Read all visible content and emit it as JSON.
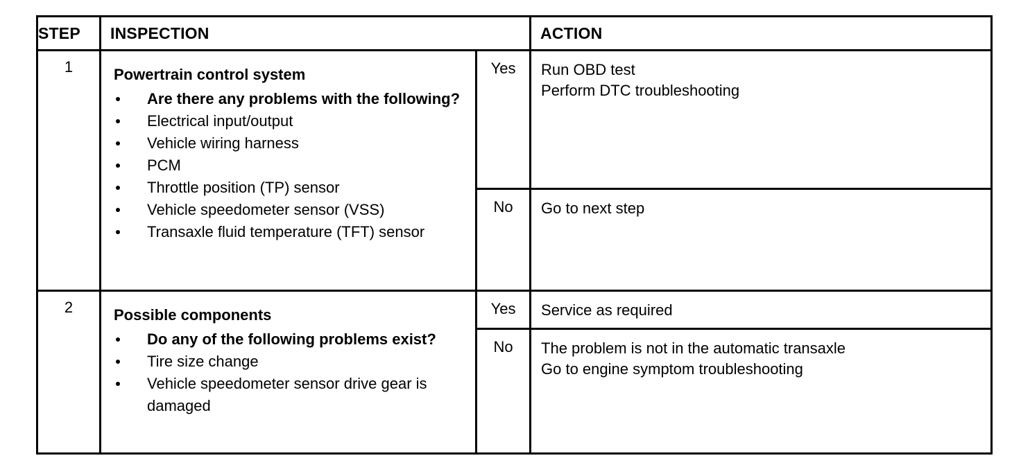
{
  "document": {
    "type": "diagnostic-troubleshooting-table",
    "background_color": "#ffffff",
    "text_color": "#000000"
  },
  "table": {
    "headers": {
      "step": "STEP",
      "inspection": "INSPECTION",
      "action": "ACTION"
    },
    "rows": [
      {
        "step": "1",
        "inspection": {
          "title": "Powertrain control system",
          "items": [
            {
              "text": "Are there any problems with the following?",
              "bold": true
            },
            {
              "text": "Electrical input/output",
              "bold": false
            },
            {
              "text": "Vehicle wiring harness",
              "bold": false
            },
            {
              "text": "PCM",
              "bold": false
            },
            {
              "text": "Throttle position (TP) sensor",
              "bold": false
            },
            {
              "text": "Vehicle speedometer sensor (VSS)",
              "bold": false
            },
            {
              "text": "Transaxle fluid temperature (TFT) sensor",
              "bold": false
            }
          ]
        },
        "outcomes": [
          {
            "answer": "Yes",
            "actions": [
              "Run OBD test",
              "Perform DTC troubleshooting"
            ]
          },
          {
            "answer": "No",
            "actions": [
              "Go to next step"
            ]
          }
        ]
      },
      {
        "step": "2",
        "inspection": {
          "title": "Possible components",
          "items": [
            {
              "text": "Do any of the following problems exist?",
              "bold": true
            },
            {
              "text": "Tire size change",
              "bold": false
            },
            {
              "text": "Vehicle speedometer sensor drive gear is damaged",
              "bold": false
            }
          ]
        },
        "outcomes": [
          {
            "answer": "Yes",
            "actions": [
              "Service as required"
            ]
          },
          {
            "answer": "No",
            "actions": [
              "The problem is not in the automatic transaxle",
              "Go to engine symptom troubleshooting"
            ]
          }
        ]
      }
    ]
  }
}
